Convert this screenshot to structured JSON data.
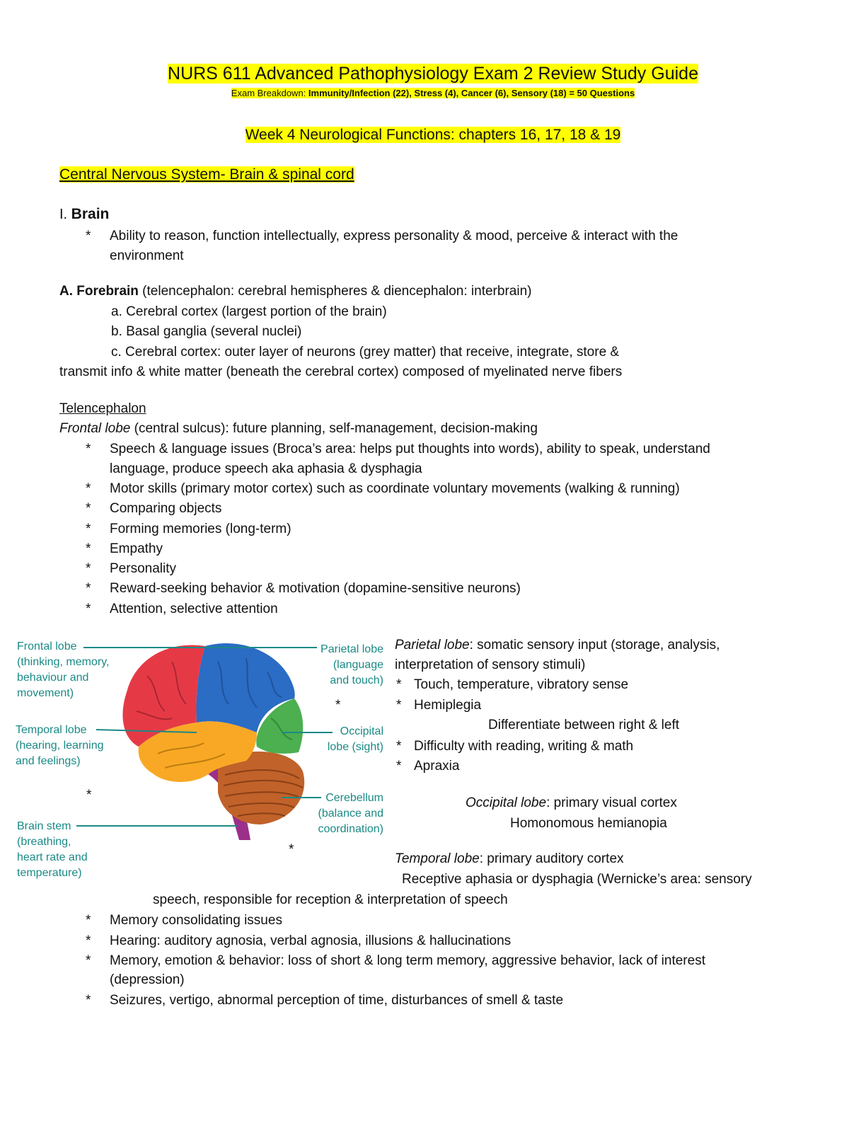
{
  "header": {
    "title": "NURS 611 Advanced Pathophysiology Exam 2 Review Study Guide",
    "breakdown_prefix": "Exam Breakdown: ",
    "breakdown_bold": "Immunity/Infection (22), Stress (4), Cancer (6), Sensory (18) = 50 Questions",
    "week": "Week 4 Neurological Functions: chapters 16, 17, 18 & 19",
    "section": "Central Nervous System- Brain & spinal cord"
  },
  "brain": {
    "numeral": "I. ",
    "heading": "Brain",
    "bullet": "*",
    "point_line1": "Ability to reason, function intellectually, express personality & mood, perceive & interact with the",
    "point_line2": "environment"
  },
  "forebrain": {
    "heading": "A. Forebrain",
    "desc": " (telencephalon: cerebral hemispheres & diencephalon: interbrain)",
    "item_a": "a.  Cerebral cortex (largest portion of the brain)",
    "item_b": "b.  Basal ganglia (several nuclei)",
    "item_c": "c.  Cerebral cortex: outer layer of neurons (grey matter) that receive, integrate, store &",
    "item_c_cont": "transmit info & white matter (beneath the cerebral cortex) composed of myelinated nerve fibers"
  },
  "telencephalon": {
    "heading": "Telencephalon",
    "frontal_name": "Frontal lobe",
    "frontal_desc": " (central sulcus): future planning, self-management, decision-making",
    "frontal_points": [
      "Speech & language issues (Broca’s area: helps put thoughts into words), ability to speak, understand",
      "language, produce speech aka aphasia & dysphagia",
      "Motor skills (primary motor cortex) such as coordinate voluntary movements (walking & running)",
      "Comparing objects",
      "Forming memories (long-term)",
      "Empathy",
      "Personality",
      "Reward-seeking behavior & motivation (dopamine-sensitive neurons)",
      "Attention, selective attention"
    ]
  },
  "diagram": {
    "frontal": [
      "Frontal lobe",
      "(thinking, memory,",
      "behaviour and",
      "movement)"
    ],
    "temporal": [
      "Temporal lobe",
      "(hearing, learning",
      "and feelings)"
    ],
    "brainstem": [
      "Brain stem",
      "(breathing,",
      "heart rate and",
      "temperature)"
    ],
    "parietal": [
      "Parietal lobe",
      "(language",
      "and touch)"
    ],
    "occipital": [
      "Occipital",
      "lobe (sight)"
    ],
    "cerebellum": [
      "Cerebellum",
      "(balance and",
      "coordination)"
    ],
    "colors": {
      "frontal": "#e63946",
      "parietal": "#2b6cc4",
      "occipital": "#4caf50",
      "temporal": "#f9a825",
      "cerebellum": "#c0622a",
      "brainstem": "#9c2f8a",
      "label": "#1a8a86"
    }
  },
  "parietal": {
    "name": "Parietal lobe",
    "desc": ": somatic sensory input (storage, analysis,",
    "desc2": "interpretation of sensory stimuli)",
    "p1": "Touch, temperature, vibratory sense",
    "p2": "Hemiplegia",
    "p2_sub": "Differentiate between right & left",
    "p3": "Difficulty with reading, writing & math",
    "p4": "Apraxia"
  },
  "occipital": {
    "name": "Occipital lobe",
    "desc": ": primary visual cortex",
    "sub": "Homonomous hemianopia"
  },
  "temporal": {
    "name": "Temporal lobe",
    "desc": ": primary auditory cortex",
    "sub1": "Receptive aphasia or dysphagia (Wernicke’s area: sensory",
    "sub2": "speech, responsible for reception & interpretation of speech",
    "points": [
      "Memory consolidating issues",
      "Hearing: auditory agnosia, verbal agnosia, illusions & hallucinations",
      "Memory, emotion & behavior: loss of short & long term memory, aggressive behavior, lack of interest",
      "(depression)",
      "Seizures, vertigo, abnormal perception of time, disturbances of smell & taste"
    ]
  }
}
